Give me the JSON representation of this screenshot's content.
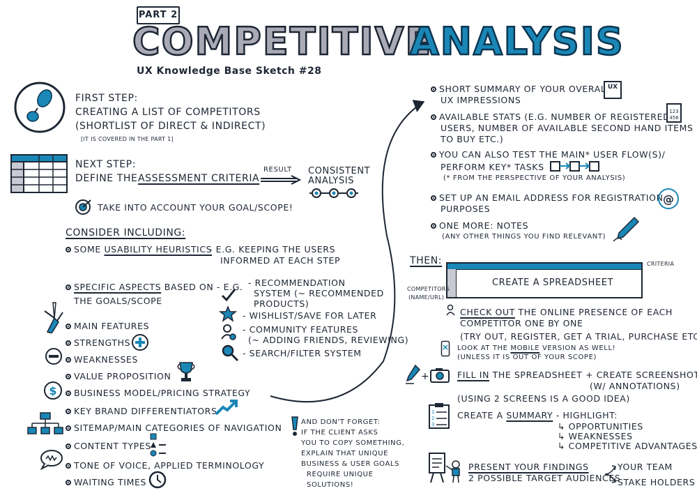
{
  "header": {
    "part": "PART 2",
    "title_main": "COMPETITIVE",
    "title_accent": "ANALYSIS",
    "subtitle": "UX Knowledge Base Sketch #28"
  },
  "first_step": {
    "label": "FIRST STEP:",
    "line1": "CREATING A LIST OF COMPETITORS",
    "line2": "(SHORTLIST OF DIRECT & INDIRECT)",
    "note": "[IT IS COVERED IN THE PART 1]"
  },
  "next_step": {
    "label": "NEXT STEP:",
    "define": "DEFINE THE",
    "criteria": "ASSESSMENT CRITERIA",
    "result": "RESULT",
    "consistent1": "CONSISTENT",
    "consistent2": "ANALYSIS",
    "goal": "TAKE INTO ACCOUNT YOUR GOAL/SCOPE!"
  },
  "consider": {
    "heading": "CONSIDER INCLUDING:",
    "usability_pre": "SOME",
    "usability": "USABILITY HEURISTICS",
    "usability_eg1": "- E.G. KEEPING THE USERS",
    "usability_eg2": "INFORMED AT EACH STEP",
    "specific": "SPECIFIC ASPECTS",
    "specific_post": "BASED ON - E.G.",
    "goals": "THE GOALS/SCOPE",
    "aspects": [
      "- RECOMMENDATION",
      "SYSTEM (~ RECOMMENDED",
      "PRODUCTS)",
      "- WISHLIST/SAVE FOR LATER",
      "- COMMUNITY FEATURES",
      "(~ ADDING FRIENDS, REVIEWING)",
      "- SEARCH/FILTER SYSTEM"
    ],
    "items": [
      "MAIN FEATURES",
      "STRENGTHS",
      "WEAKNESSES",
      "VALUE PROPOSITION",
      "BUSINESS MODEL/PRICING STRATEGY",
      "KEY BRAND DIFFERENTIATORS",
      "SITEMAP/MAIN CATEGORIES OF NAVIGATION",
      "CONTENT TYPES",
      "TONE OF VOICE, APPLIED TERMINOLOGY",
      "WAITING TIMES"
    ]
  },
  "dont_forget": [
    "AND DON'T FORGET:",
    "IF THE CLIENT ASKS",
    "YOU TO COPY SOMETHING,",
    "EXPLAIN THAT UNIQUE",
    "BUSINESS & USER GOALS",
    "REQUIRE UNIQUE",
    "SOLUTIONS!"
  ],
  "right_list": {
    "summary1": "SHORT SUMMARY OF YOUR OVERALL",
    "summary2": "UX IMPRESSIONS",
    "ux_badge": "UX",
    "stats1": "AVAILABLE STATS (E.G. NUMBER OF REGISTERED",
    "stats2": "USERS, NUMBER OF AVAILABLE SECOND HAND ITEMS",
    "stats3": "TO BUY ETC.)",
    "stats_badge1": "123",
    "stats_badge2": "456",
    "test1": "YOU CAN ALSO TEST THE MAIN* USER FLOW(S)/",
    "test2": "PERFORM KEY* TASKS",
    "test3": "(* FROM THE PERSPECTIVE OF YOUR ANALYSIS)",
    "email1": "SET UP AN EMAIL ADDRESS FOR REGISTRATION",
    "email2": "PURPOSES",
    "at_sign": "@",
    "notes1": "ONE MORE: NOTES",
    "notes2": "(ANY OTHER THINGS YOU FIND RELEVANT)"
  },
  "then": {
    "label": "THEN:",
    "spreadsheet": "CREATE A SPREADSHEET",
    "criteria": "CRITERIA",
    "competitors1": "COMPETITORS",
    "competitors2": "(NAME/URL)",
    "check_out": "CHECK OUT",
    "check_post": "THE ONLINE PRESENCE OF EACH",
    "check2": "COMPETITOR ONE BY ONE",
    "check3": "(TRY OUT, REGISTER, GET A TRIAL, PURCHASE ETC.)",
    "mobile_pre": "LOOK AT THE",
    "mobile": "MOBILE",
    "mobile_post": "VERSION AS WELL!",
    "mobile2": "(UNLESS IT IS OUT OF YOUR SCOPE)",
    "fill_in": "FILL IN",
    "fill_post": "THE SPREADSHEET + CREATE SCREENSHOTS",
    "fill2": "(W/ ANNOTATIONS)",
    "fill3": "(USING 2 SCREENS IS A GOOD IDEA)",
    "plus": "+",
    "summary_pre": "CREATE A",
    "summary": "SUMMARY",
    "summary_post": "- HIGHLIGHT:",
    "highlights": [
      "↳ OPPORTUNITIES",
      "↳ WEAKNESSES",
      "↳ COMPETITIVE ADVANTAGES"
    ],
    "present": "PRESENT YOUR FINDINGS",
    "present2": "2 POSSIBLE TARGET AUDIENCES",
    "audiences": [
      "YOUR TEAM",
      "STAKE HOLDERS"
    ]
  },
  "colors": {
    "accent": "#1a87b6",
    "ink": "#1d2633",
    "title_gray": "#a9aab6"
  }
}
